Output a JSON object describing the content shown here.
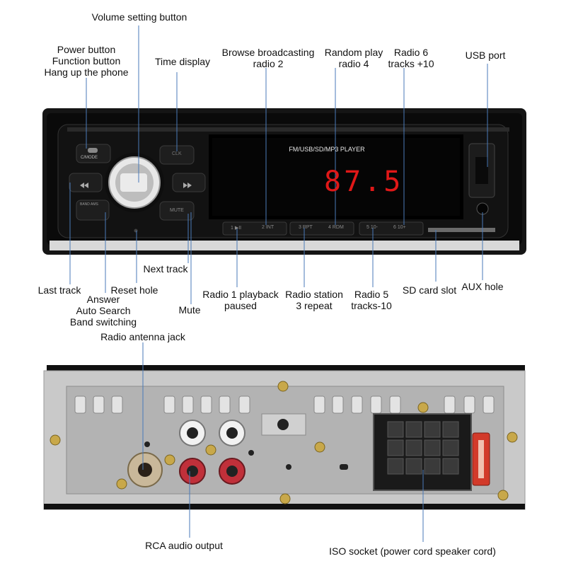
{
  "front_panel": {
    "display_label": "FM/USB/SD/MP3 PLAYER",
    "frequency": "87.5",
    "button_labels": {
      "mode": "C/MODE",
      "clk": "CLK",
      "band": "BAND AMS",
      "mute": "MUTE",
      "b1": "1 ▶II",
      "b2": "2 INT",
      "b3": "3 RPT",
      "b4": "4 RDM",
      "b5": "5 10-",
      "b6": "6 10+"
    }
  },
  "labels": {
    "volume": "Volume setting button",
    "power": [
      "Power button",
      "Function button",
      "Hang up the phone"
    ],
    "time": "Time display",
    "browse": [
      "Browse broadcasting",
      "radio 2"
    ],
    "random": [
      "Random play",
      "radio 4"
    ],
    "radio6": [
      "Radio 6",
      "tracks +10"
    ],
    "usb": "USB port",
    "next": "Next track",
    "last": "Last track",
    "reset": "Reset hole",
    "answer": [
      "Answer",
      "Auto Search",
      "Band switching"
    ],
    "mute": "Mute",
    "radio1": [
      "Radio 1 playback",
      "paused"
    ],
    "radio3": [
      "Radio station",
      "3 repeat"
    ],
    "radio5": [
      "Radio 5",
      "tracks-10"
    ],
    "sd": "SD card slot",
    "aux": "AUX hole",
    "antenna": "Radio antenna jack",
    "rca": "RCA audio output",
    "iso": "ISO socket (power cord  speaker cord)"
  },
  "colors": {
    "display_digits": "#e01818",
    "panel": "#0d0d0d",
    "chassis": "#c9c9c9",
    "fuse": "#d23a2a",
    "rca_red": "#c0303a"
  }
}
